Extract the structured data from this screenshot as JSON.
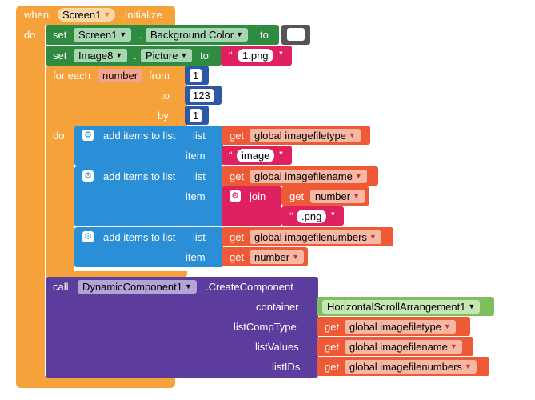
{
  "event": {
    "when": "when",
    "component": "Screen1",
    "event_name": ".Initialize",
    "do": "do"
  },
  "set_bg": {
    "set": "set",
    "component": "Screen1",
    "dot": ".",
    "property": "Background Color",
    "to": "to",
    "color": "#ffffff"
  },
  "set_pic": {
    "set": "set",
    "component": "Image8",
    "dot": ".",
    "property": "Picture",
    "to": "to",
    "value": "1.png"
  },
  "loop": {
    "for_each": "for each",
    "var": "number",
    "from": "from",
    "from_val": "1",
    "to": "to",
    "to_val": "123",
    "by": "by",
    "by_val": "1",
    "do": "do"
  },
  "add1": {
    "label": "add items to list",
    "list": "list",
    "item": "item",
    "get": "get",
    "list_var": "global imagefiletype",
    "item_val": "image"
  },
  "add2": {
    "label": "add items to list",
    "list": "list",
    "item": "item",
    "get": "get",
    "list_var": "global imagefilename",
    "join": "join",
    "join_get": "get",
    "join_var": "number",
    "join_str": ".png"
  },
  "add3": {
    "label": "add items to list",
    "list": "list",
    "item": "item",
    "get": "get",
    "list_var": "global imagefilenumbers",
    "item_get": "get",
    "item_var": "number"
  },
  "call": {
    "call": "call",
    "component": "DynamicComponent1",
    "method": ".CreateComponent",
    "container": "container",
    "container_val": "HorizontalScrollArrangement1",
    "listCompType": "listCompType",
    "listValues": "listValues",
    "listIDs": "listIDs",
    "get": "get",
    "v1": "global imagefiletype",
    "v2": "global imagefilename",
    "v3": "global imagefilenumbers"
  },
  "colors": {
    "event": "#f5a23a",
    "set_green": "#2e8b40",
    "list_blue": "#2a8fd6",
    "var_red": "#ee5a35",
    "text_pink": "#e0215f",
    "call_purple": "#5c3d9e",
    "math_blue": "#2d58a8",
    "component_green": "#7dbf5c"
  }
}
